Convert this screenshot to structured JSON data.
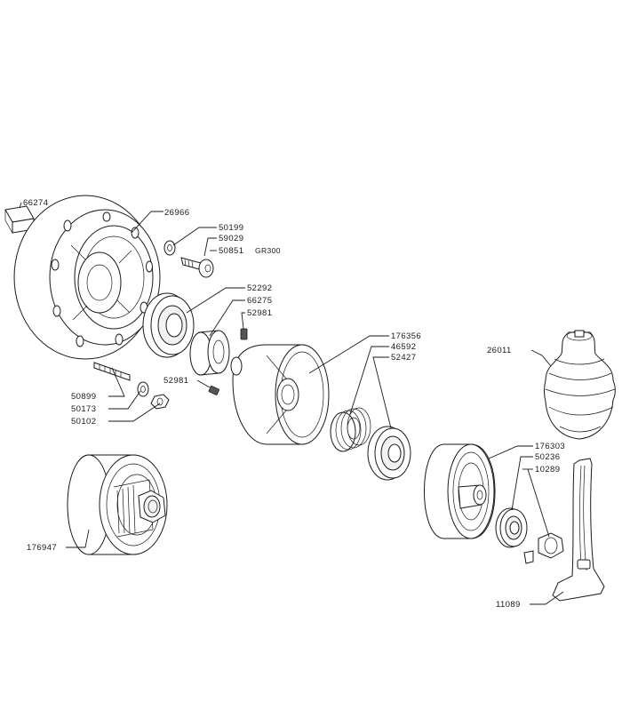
{
  "diagram": {
    "labels": {
      "p66274": "66274",
      "p26966": "26966",
      "p50199": "50199",
      "p59029": "59029",
      "p50851": "50851",
      "p50851_tag": "GR300",
      "p52292": "52292",
      "p66275": "66275",
      "p52981a": "52981",
      "p52981b": "52981",
      "p50899": "50899",
      "p50173": "50173",
      "p50102": "50102",
      "p176356": "176356",
      "p46592": "46592",
      "p52427": "52427",
      "p26011": "26011",
      "p176303": "176303",
      "p50236": "50236",
      "p10289": "10289",
      "p11089": "11089",
      "p176947": "176947"
    }
  }
}
